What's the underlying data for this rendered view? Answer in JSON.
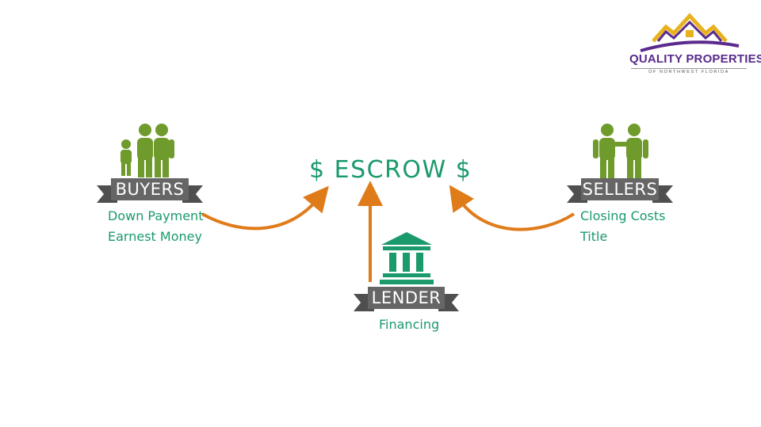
{
  "logo": {
    "name": "QUALITY PROPERTIES",
    "tagline": "OF NORTHWEST FLORIDA"
  },
  "diagram": {
    "center_label": "$ ESCROW $",
    "nodes": [
      {
        "id": "buyers",
        "label": "BUYERS",
        "icon": "family-icon",
        "items": [
          "Down Payment",
          "Earnest Money"
        ]
      },
      {
        "id": "lender",
        "label": "LENDER",
        "icon": "bank-icon",
        "items": [
          "Financing"
        ]
      },
      {
        "id": "sellers",
        "label": "SELLERS",
        "icon": "couple-icon",
        "items": [
          "Closing Costs",
          "Title"
        ]
      }
    ],
    "edges": [
      {
        "from": "buyers",
        "to": "escrow"
      },
      {
        "from": "lender",
        "to": "escrow"
      },
      {
        "from": "sellers",
        "to": "escrow"
      }
    ]
  },
  "colors": {
    "accent_green": "#1b9a6c",
    "icon_green": "#6f9a2c",
    "arrow_orange": "#e07b1a",
    "banner_gray": "#666666",
    "logo_purple": "#5a2a8c",
    "logo_gold": "#e8b21e"
  }
}
